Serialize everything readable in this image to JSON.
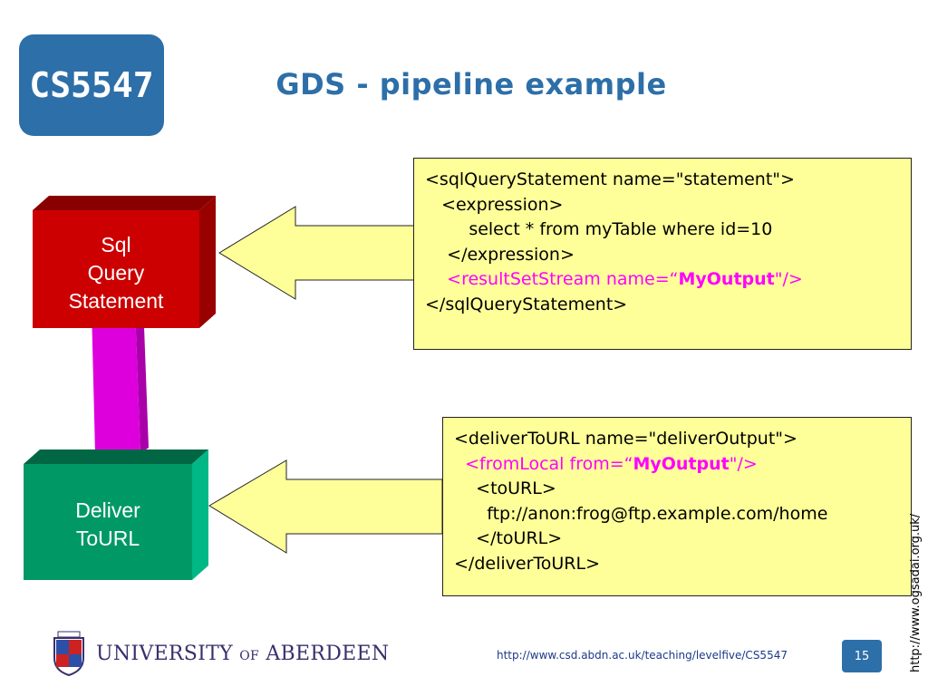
{
  "badge": {
    "text": "CS5547"
  },
  "title": "GDS - pipeline example",
  "colors": {
    "brand_blue": "#2d6fa8",
    "sql_box": "#cc0000",
    "deliver_box": "#009966",
    "connector": "#dd00dd",
    "arrow_fill": "#ffff99",
    "highlight": "#ff00ff"
  },
  "sql_box": {
    "lines": [
      "Sql",
      "Query",
      "Statement"
    ]
  },
  "deliver_box": {
    "lines": [
      "Deliver",
      "ToURL"
    ]
  },
  "sql_code": {
    "l1": "<sqlQueryStatement name=\"statement\">",
    "l2": "   <expression>",
    "l3": "        select * from myTable where id=10",
    "l4": "    </expression>",
    "l5_pre": "    <resultSetStream name=“",
    "l5_bold": "MyOutput",
    "l5_post": "\"/>",
    "l6": "</sqlQueryStatement>"
  },
  "deliver_code": {
    "l1": "<deliverToURL name=\"deliverOutput\">",
    "l2_pre": "  <fromLocal from=“",
    "l2_bold": "MyOutput",
    "l2_post": "\"/>",
    "l3": "    <toURL>",
    "l4": "      ftp://anon:frog@ftp.example.com/home",
    "l5": "    </toURL>",
    "l6": "</deliverToURL>"
  },
  "footer": {
    "university_main": "UNIVERSITY",
    "university_of": "OF",
    "university_name": "ABERDEEN",
    "logo_icon": "university-crest-icon",
    "url": "http://www.csd.abdn.ac.uk/teaching/levelfive/CS5547",
    "page_number": "15",
    "side_url": "http://www.ogsadai.org.uk/"
  }
}
